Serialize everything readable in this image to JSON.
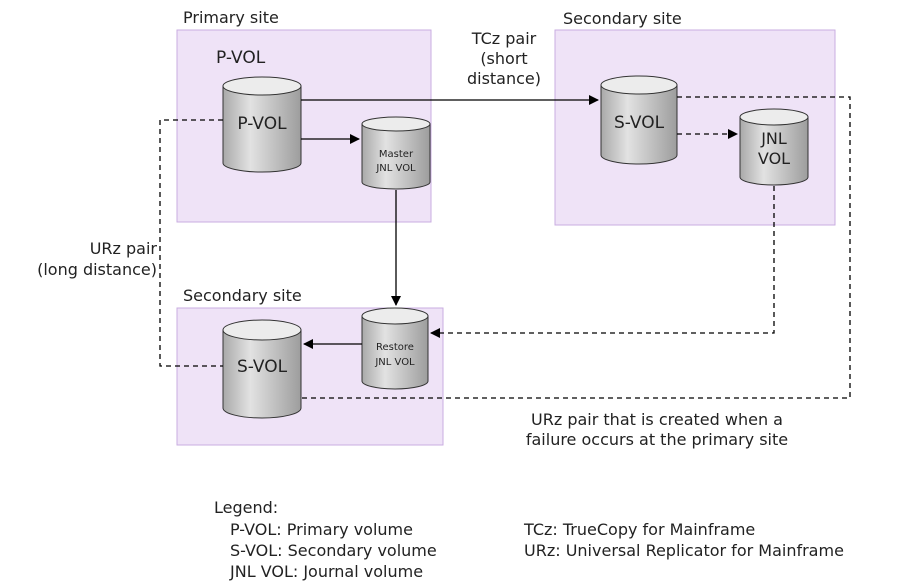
{
  "sites": {
    "primary_title": "Primary site",
    "secondary_top_title": "Secondary site",
    "secondary_bottom_title": "Secondary site"
  },
  "volumes": {
    "pvol_caption": "P-VOL",
    "pvol": "P-VOL",
    "master_jnl_line1": "Master",
    "master_jnl_line2": "JNL VOL",
    "svol_top": "S-VOL",
    "jnl_vol_line1": "JNL",
    "jnl_vol_line2": "VOL",
    "restore_jnl_line1": "Restore",
    "restore_jnl_line2": "JNL VOL",
    "svol_bottom": "S-VOL"
  },
  "pairs": {
    "tcz_line1": "TCz pair",
    "tcz_line2": "(short",
    "tcz_line3": "distance)",
    "urz_line1": "URz pair",
    "urz_line2": "(long distance)",
    "failure_line1": "URz pair that is created when a",
    "failure_line2": "failure occurs at the primary site"
  },
  "legend": {
    "title": "Legend:",
    "pvol": "P-VOL: Primary volume",
    "svol": "S-VOL: Secondary volume",
    "jnl": "JNL VOL: Journal volume",
    "tcz": "TCz: TrueCopy for Mainframe",
    "urz": "URz: Universal Replicator for Mainframe"
  },
  "colors": {
    "site_fill": "#efe3f7",
    "site_border": "#c9aee0",
    "cylinder_top": "#ececec",
    "cylinder_body": "#c9c9c9"
  }
}
